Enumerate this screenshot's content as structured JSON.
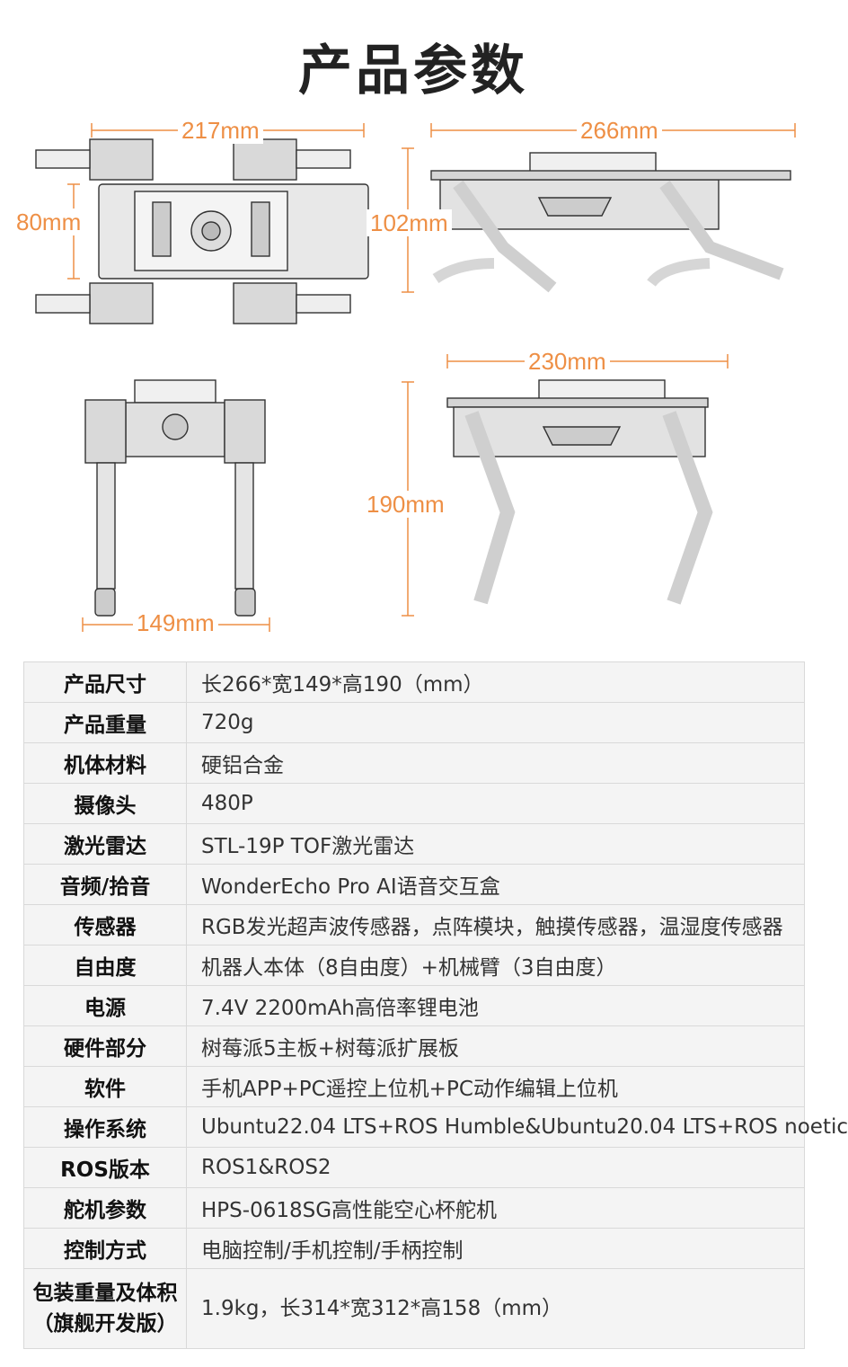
{
  "page": {
    "title": "产品参数"
  },
  "dimensions": {
    "top_length": "217mm",
    "top_width": "80mm",
    "side_length": "266mm",
    "side_height": "102mm",
    "front_width": "149mm",
    "stand_length": "230mm",
    "stand_height": "190mm"
  },
  "specs": [
    {
      "label": "产品尺寸",
      "value": "长266*宽149*高190（mm）"
    },
    {
      "label": "产品重量",
      "value": "720g"
    },
    {
      "label": "机体材料",
      "value": "硬铝合金"
    },
    {
      "label": "摄像头",
      "value": "480P"
    },
    {
      "label": "激光雷达",
      "value": "STL-19P TOF激光雷达"
    },
    {
      "label": "音频/拾音",
      "value": "WonderEcho Pro AI语音交互盒"
    },
    {
      "label": "传感器",
      "value": "RGB发光超声波传感器，点阵模块，触摸传感器，温湿度传感器"
    },
    {
      "label": "自由度",
      "value": "机器人本体（8自由度）+机械臂（3自由度）"
    },
    {
      "label": "电源",
      "value": "7.4V 2200mAh高倍率锂电池"
    },
    {
      "label": "硬件部分",
      "value": "树莓派5主板+树莓派扩展板"
    },
    {
      "label": "软件",
      "value": "手机APP+PC遥控上位机+PC动作编辑上位机"
    },
    {
      "label": "操作系统",
      "value": "Ubuntu22.04 LTS+ROS Humble&Ubuntu20.04 LTS+ROS noetic"
    },
    {
      "label": "ROS版本",
      "value": "ROS1&ROS2"
    },
    {
      "label": "舵机参数",
      "value": "HPS-0618SG高性能空心杯舵机"
    },
    {
      "label": "控制方式",
      "value": "电脑控制/手机控制/手柄控制"
    }
  ],
  "package": {
    "label_line1": "包装重量及体积",
    "label_line2": "（旗舰开发版）",
    "value": "1.9kg，长314*宽312*高158（mm）"
  },
  "colors": {
    "dimension_orange": "#ee8f45",
    "table_bg": "#f4f4f4",
    "table_border": "#d9d9d9"
  }
}
